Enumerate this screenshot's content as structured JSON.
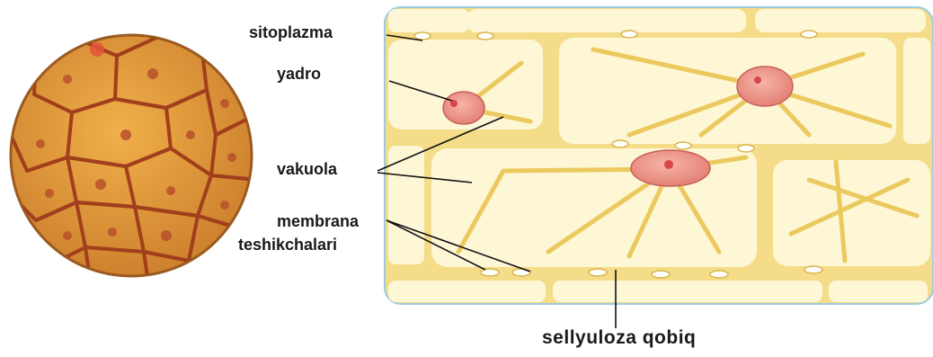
{
  "labels": {
    "sitoplazma": "sitoplazma",
    "yadro": "yadro",
    "vakuola": "vakuola",
    "membrana": "membrana",
    "teshikchalari": "teshikchalari",
    "sellyuloza": "sellyuloza qobiq"
  },
  "colors": {
    "micro_bg": "#d99a3a",
    "micro_wall": "#a84a20",
    "cell_fill": "#fdf7d6",
    "cell_wall": "#e8c34a",
    "cytoplasm": "#f3d878",
    "nucleus": "#e98a80",
    "nucleolus": "#d8454a",
    "pointer_line": "#111111"
  }
}
